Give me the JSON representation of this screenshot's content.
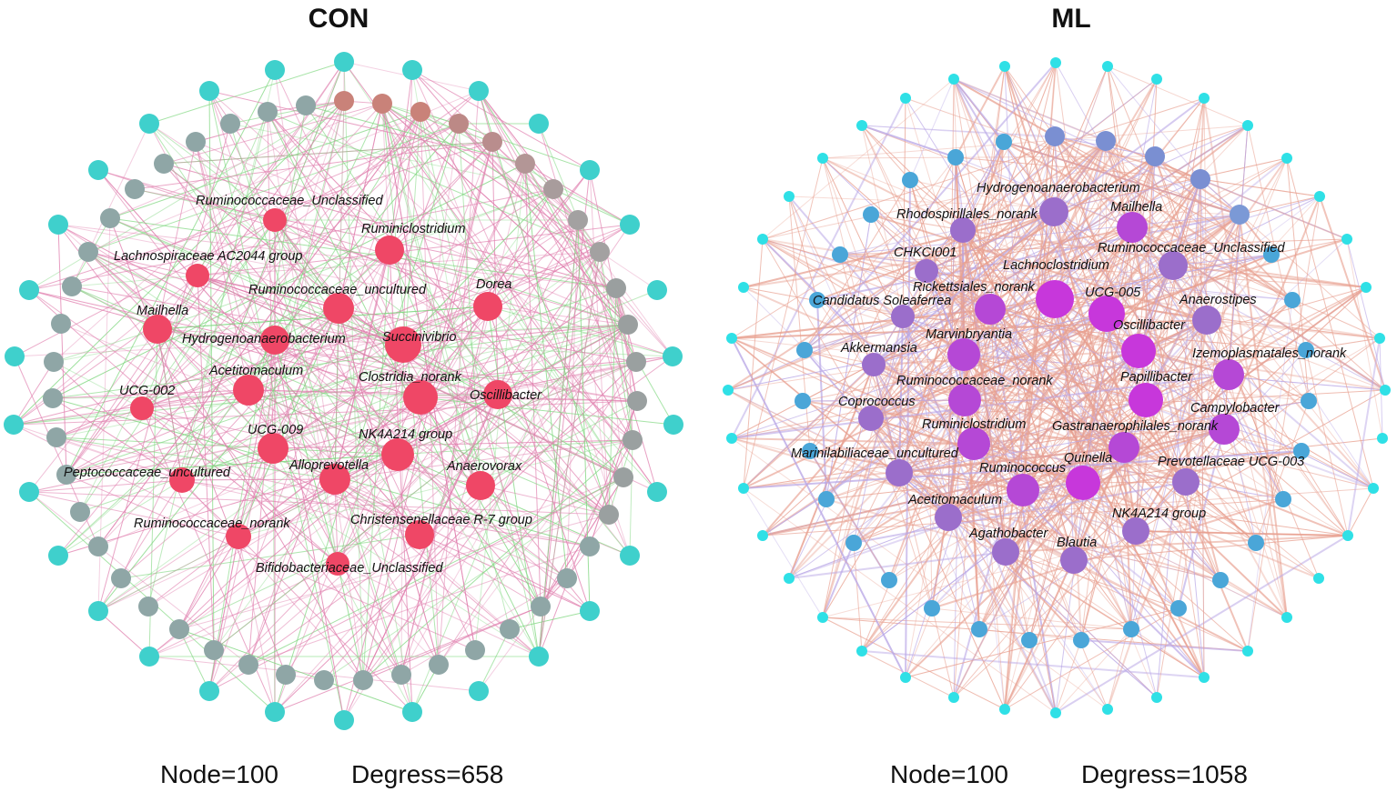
{
  "panels": [
    {
      "title": "CON",
      "node_text": "Node=100",
      "degree_text": "Degress=658",
      "colors": {
        "hub": "#ef4766",
        "mid": "#c9828a",
        "outer": "#8fa6a6",
        "rim": "#3fd0cc",
        "edge_pos": "#e07fae",
        "edge_neg": "#7ed67e"
      },
      "labels": [
        "Ruminococcaceae_Unclassified",
        "Ruminiclostridium",
        "Lachnospiraceae AC2044 group",
        "Ruminococcaceae_uncultured",
        "Dorea",
        "Mailhella",
        "Hydrogenoanaerobacterium",
        "Succinivibrio",
        "Acetitomaculum",
        "Clostridia_norank",
        "Oscillibacter",
        "UCG-002",
        "UCG-009",
        "NK4A214 group",
        "Peptococcaceae_uncultured",
        "Alloprevotella",
        "Anaerovorax",
        "Ruminococcaceae_norank",
        "Christensenellaceae R-7 group",
        "Bifidobacteriaceae_Unclassified"
      ]
    },
    {
      "title": "ML",
      "node_text": "Node=100",
      "degree_text": "Degress=1058",
      "colors": {
        "hub": "#cc33dd",
        "mid": "#9b6ecb",
        "outer": "#4aa6d8",
        "rim": "#2fe0e6",
        "edge_pos": "#e8a090",
        "edge_neg": "#b9a7e6"
      },
      "labels": [
        "Hydrogenoanaerobacterium",
        "Rhodospirillales_norank",
        "Mailhella",
        "CHKCI001",
        "Ruminococcaceae_Unclassified",
        "Lachnoclostridium",
        "Rickettsiales_norank",
        "UCG-005",
        "Candidatus Soleaferrea",
        "Anaerostipes",
        "Oscillibacter",
        "Marvinbryantia",
        "Akkermansia",
        "Izemoplasmatales_norank",
        "Papillibacter",
        "Ruminococcaceae_norank",
        "Coprococcus",
        "Campylobacter",
        "Ruminiclostridium",
        "Gastranaerophilales_norank",
        "Marinilabiliaceae_uncultured",
        "Quinella",
        "Prevotellaceae UCG-003",
        "Ruminococcus",
        "Acetitomaculum",
        "NK4A214 group",
        "Agathobacter",
        "Blautia"
      ]
    }
  ]
}
